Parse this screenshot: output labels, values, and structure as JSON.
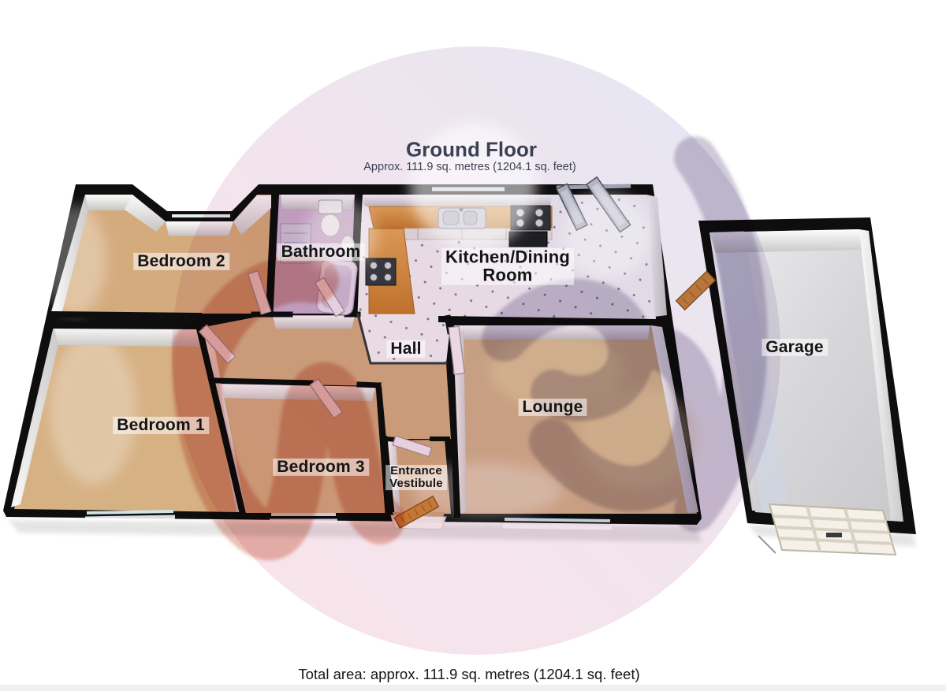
{
  "header": {
    "title": "Ground Floor",
    "subtitle": "Approx. 111.9 sq. metres (1204.1 sq. feet)"
  },
  "footer": {
    "total_area": "Total area: approx. 111.9 sq. metres (1204.1 sq. feet)"
  },
  "labels": {
    "bedroom2": "Bedroom 2",
    "bathroom": "Bathroom",
    "kitchen": "Kitchen/Dining\nRoom",
    "hall": "Hall",
    "bedroom1": "Bedroom 1",
    "bedroom3": "Bedroom 3",
    "vestibule": "Entrance\nVestibule",
    "lounge": "Lounge",
    "garage": "Garage"
  },
  "colors": {
    "wall_black": "#0e0e0e",
    "floor_tan": "#d4ab7d",
    "floor_lavender": "#c9aecd",
    "kitchen_tile": "#f5f4f6",
    "counter_orange": "#d98f3e",
    "garage_floor": "#dcdcde",
    "watermark_pink": "#f6cdd9",
    "watermark_blue": "#ccd3ea",
    "logo_red": "#db8a74",
    "logo_lavender": "#a79cb8",
    "title_color": "#3b4154",
    "label_color": "#151515",
    "door_wood": "#cd8539",
    "door_pink": "#f2e8ee"
  }
}
